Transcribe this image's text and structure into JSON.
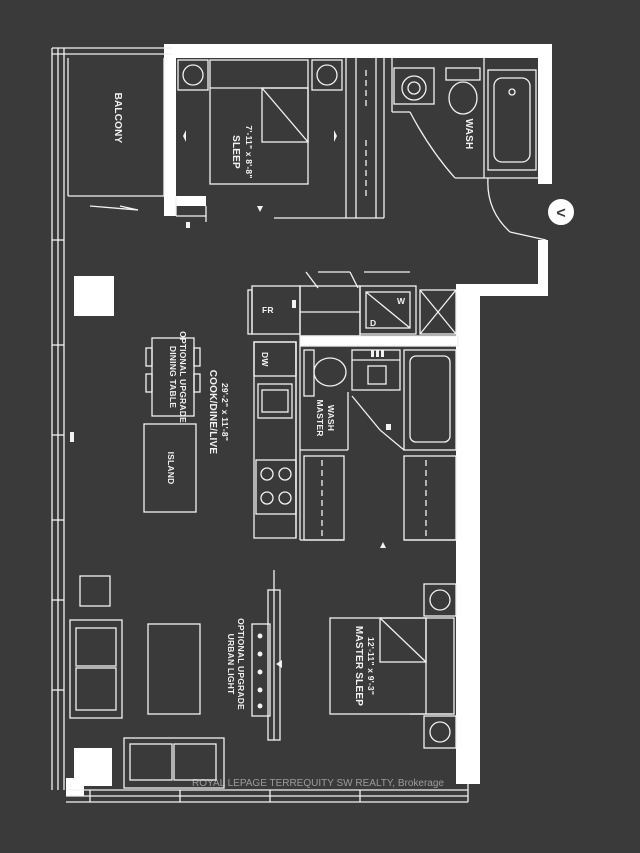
{
  "rooms": {
    "balcony": "BALCONY",
    "sleep_name": "SLEEP",
    "sleep_dims": "7'-11\" x 8'-8\"",
    "wash": "WASH",
    "master_wash_line1": "MASTER",
    "master_wash_line2": "WASH",
    "cook_name": "COOK/DINE/LIVE",
    "cook_dims": "29'-2\" x 11'-8\"",
    "master_sleep_name": "MASTER SLEEP",
    "master_sleep_dims": "12'-11\" x 9'-3\""
  },
  "fixtures": {
    "fridge": "FR",
    "dishwasher": "DW",
    "washer": "W",
    "dryer": "D",
    "island": "ISLAND",
    "dining_line1": "DINING TABLE",
    "dining_line2": "OPTIONAL UPGRADE",
    "urban_line1": "URBAN LIGHT",
    "urban_line2": "OPTIONAL UPGRADE"
  },
  "entry_marker": "<",
  "watermark": "ROYAL LEPAGE TERREQUITY SW REALTY, Brokerage",
  "colors": {
    "background": "#3a3a3a",
    "lines": "#f2f2f2",
    "walls": "#ffffff"
  }
}
